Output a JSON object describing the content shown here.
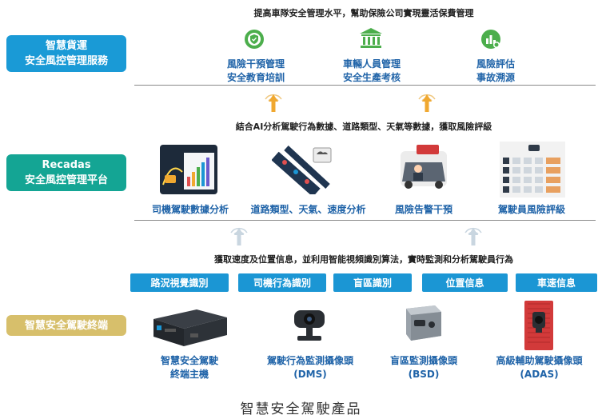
{
  "layers": {
    "top": {
      "line1": "智慧貨運",
      "line2": "安全風控管理服務",
      "color": "#1a9ad6"
    },
    "middle": {
      "line1": "Recadas",
      "line2": "安全風控管理平台",
      "color": "#14a594"
    },
    "bottom": {
      "line1": "智慧安全駕駛終端",
      "color": "#d7bf6b"
    }
  },
  "captions": {
    "top": "提高車隊安全管理水平，幫助保險公司實現靈活保費管理",
    "middle": "結合AI分析駕駛行為數據、道路類型、天氣等數據，獲取風險評級",
    "bottom": "獲取速度及位置信息，並利用智能視頻識別算法，實時監測和分析駕駛員行為"
  },
  "services": [
    {
      "line1": "風險干預管理",
      "line2": "安全教育培訓",
      "icon": "shield-icon"
    },
    {
      "line1": "車輛人員管理",
      "line2": "安全生產考核",
      "icon": "building-icon"
    },
    {
      "line1": "風險評估",
      "line2": "事故溯源",
      "icon": "chart-icon"
    }
  ],
  "platform": [
    {
      "label": "司機駕駛數據分析",
      "icon": "driver-data-analytics-image"
    },
    {
      "label": "道路類型、天氣、速度分析",
      "icon": "road-weather-image"
    },
    {
      "label": "風險告警干預",
      "icon": "risk-alert-image"
    },
    {
      "label": "駕駛員風險評級",
      "icon": "driver-rating-image"
    }
  ],
  "functions": [
    "路況視覺識別",
    "司機行為識別",
    "盲區識別",
    "位置信息",
    "車速信息"
  ],
  "devices": [
    {
      "line1": "智慧安全駕駛",
      "line2": "終端主機",
      "icon": "terminal-host-image"
    },
    {
      "line1": "駕駛行為監測攝像頭",
      "line2": "(DMS)",
      "icon": "dms-camera-image"
    },
    {
      "line1": "盲區監測攝像頭",
      "line2": "(BSD)",
      "icon": "bsd-camera-image"
    },
    {
      "line1": "高級輔助駕駛攝像頭",
      "line2": "(ADAS)",
      "icon": "adas-camera-image"
    }
  ],
  "footer_title": "智慧安全駕駛產品",
  "colors": {
    "blue": "#1b96d4",
    "label_blue": "#1f63a8",
    "service_green": "#4cae4c",
    "arrow_amber": "#f0a830"
  }
}
